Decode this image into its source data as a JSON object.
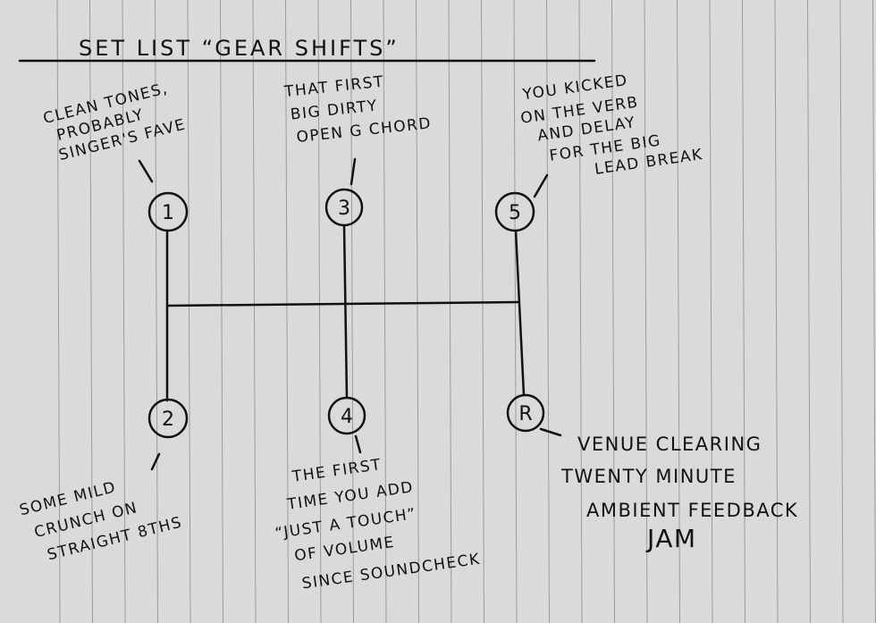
{
  "title": "SET LIST “GEAR SHIFTS”",
  "gears": {
    "g1": {
      "label": "1",
      "note": [
        "CLEAN TONES,",
        "PROBABLY",
        "SINGER'S FAVE"
      ]
    },
    "g3": {
      "label": "3",
      "note": [
        "THAT FIRST",
        "BIG DIRTY",
        "OPEN G CHORD"
      ]
    },
    "g5": {
      "label": "5",
      "note": [
        "YOU KICKED",
        "ON THE VERB",
        "AND DELAY",
        "FOR THE BIG",
        "LEAD BREAK"
      ]
    },
    "g2": {
      "label": "2",
      "note": [
        "SOME MILD",
        "CRUNCH ON",
        "STRAIGHT 8THS"
      ]
    },
    "g4": {
      "label": "4",
      "note": [
        "THE FIRST",
        "TIME YOU ADD",
        "“JUST A TOUCH”",
        "OF VOLUME",
        "SINCE SOUNDCHECK"
      ]
    },
    "gR": {
      "label": "R",
      "note": [
        "VENUE CLEARING",
        "TWENTY MINUTE",
        "AMBIENT FEEDBACK",
        "JAM"
      ]
    }
  }
}
